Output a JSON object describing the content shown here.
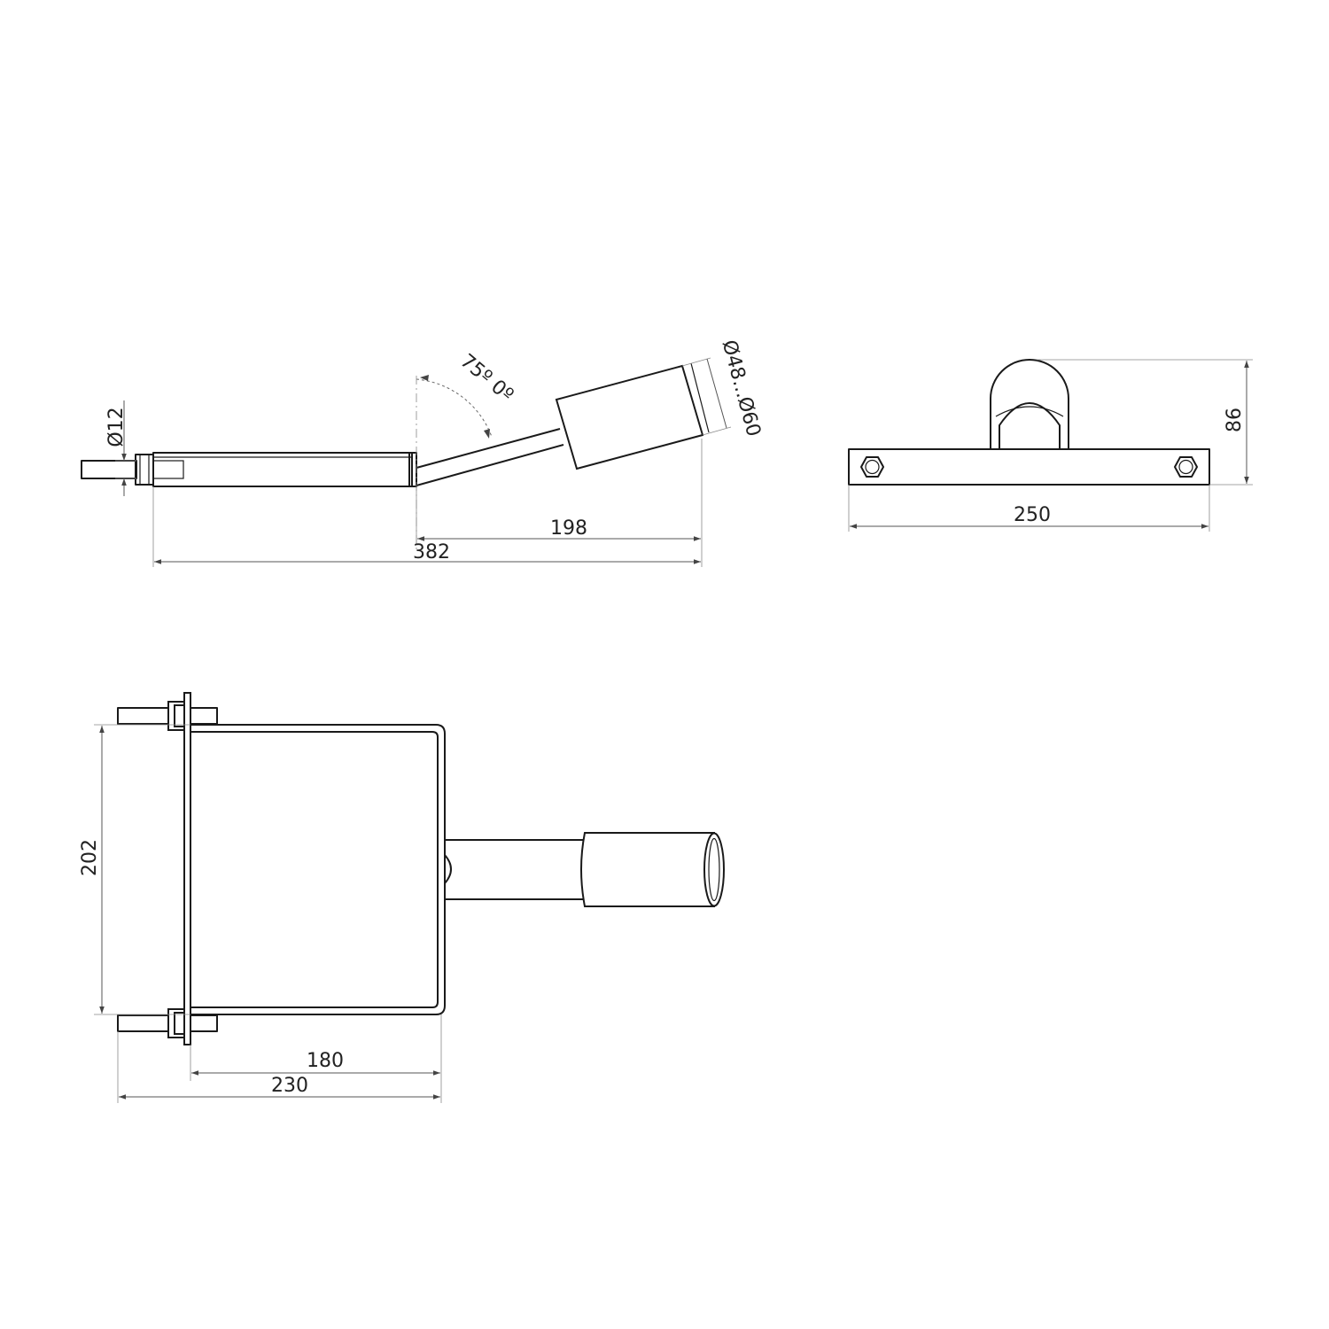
{
  "side_view": {
    "dim_bolt_diameter": "Ø12",
    "dim_angle": "75º 0º",
    "dim_tube_diameter": "Ø48...Ø60",
    "dim_arm_length": "198",
    "dim_total_length": "382"
  },
  "front_view": {
    "dim_height": "86",
    "dim_width": "250"
  },
  "top_view": {
    "dim_clamp_height": "202",
    "dim_inner_depth": "180",
    "dim_overall_depth": "230"
  },
  "colors": {
    "line": "#1a1a1a",
    "dimension": "#555555",
    "background": "#ffffff"
  }
}
